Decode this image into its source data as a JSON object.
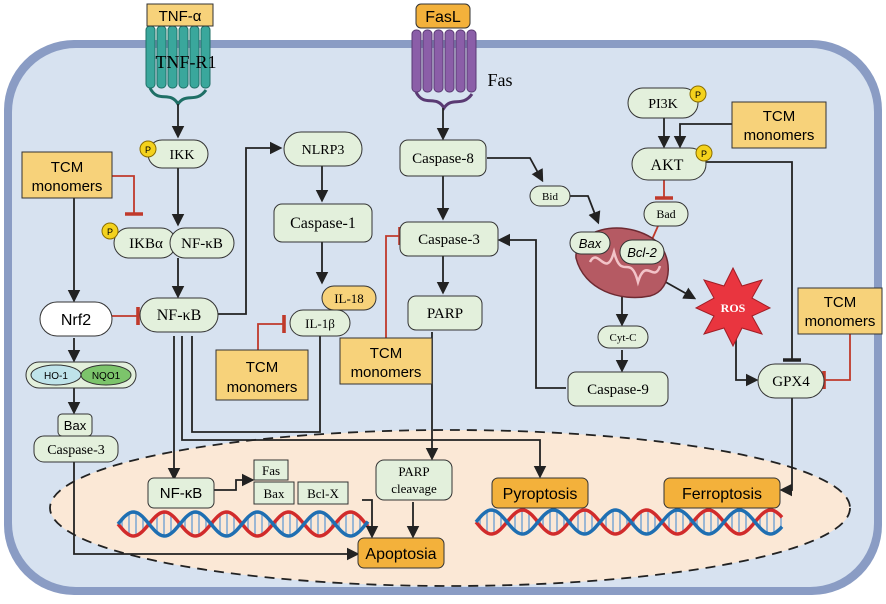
{
  "colors": {
    "cell_border": "#8a9cc4",
    "cytoplasm": "#d7e2f0",
    "node_fill": "#e3f0dc",
    "node_stroke": "#333333",
    "tcm_fill": "#f7d27a",
    "outcome_fill": "#f3b13b",
    "inhibit": "#c0392b",
    "nucleus_fill": "#fbe8d6",
    "phospho": "#f4d21c",
    "ros": "#e9353f",
    "ho1": "#bfe3ea",
    "nqo1": "#7cc46b",
    "mito": "#b55a63"
  },
  "receptors": {
    "tnf_ligand": "TNF-α",
    "tnf_receptor": "TNF-R1",
    "fas_ligand": "FasL",
    "fas_receptor": "Fas"
  },
  "nodes": {
    "ikk": "IKK",
    "ikba": "IKBα",
    "nfkb_complex": "NF-κB",
    "nfkb": "NF-κB",
    "nrf2": "Nrf2",
    "ho1": "HO-1",
    "nqo1": "NQO1",
    "bax_left": "Bax",
    "caspase3_left": "Caspase-3",
    "nlrp3": "NLRP3",
    "caspase1": "Caspase-1",
    "il18": "IL-18",
    "il1b": "IL-1β",
    "caspase8": "Caspase-8",
    "caspase3": "Caspase-3",
    "parp": "PARP",
    "bid": "Bid",
    "bax_mito": "Bax",
    "bcl2": "Bcl-2",
    "cytc": "Cyt-C",
    "caspase9": "Caspase-9",
    "pi3k": "PI3K",
    "akt": "AKT",
    "bad": "Bad",
    "ros": "ROS",
    "gpx4": "GPX4",
    "phospho_symbol": "P"
  },
  "tcm_label": [
    "TCM",
    "monomers"
  ],
  "nucleus": {
    "nfkb": "NF-κB",
    "fas": "Fas",
    "bax": "Bax",
    "bclx": "Bcl-X",
    "parp_cleavage": [
      "PARP",
      "cleavage"
    ]
  },
  "outcomes": {
    "apoptosis": "Apoptosia",
    "pyroptosis": "Pyroptosis",
    "ferroptosis": "Ferroptosis"
  }
}
